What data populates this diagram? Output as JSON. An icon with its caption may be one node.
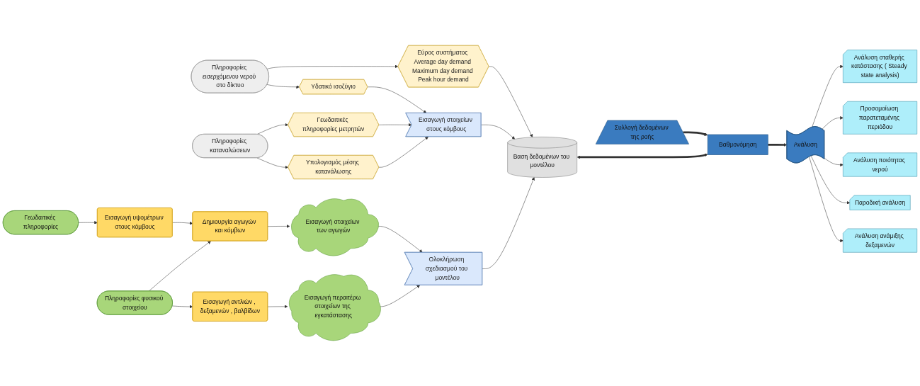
{
  "diagram": {
    "nodes": [
      {
        "text": [
          "Πληροφορίες εισερχόμενου νερού στο δίκτυο"
        ]
      },
      {
        "text": [
          "Πληροφορίες καταναλώσεων"
        ]
      },
      {
        "text": [
          "Εύρος συστήματος Average day demand Maximum day demand Peak hour demand"
        ]
      },
      {
        "text": [
          "Γεωδαιτικές πληροφορίες μετρητών"
        ]
      },
      {
        "text": [
          "Υδατικό ισοζύγιο"
        ]
      },
      {
        "text": [
          "Υπολογισμός μέσης κατανάλωσης"
        ]
      },
      {
        "text": [
          "Εισαγωγή στοιχείων στους κόμβους"
        ]
      },
      {
        "text": [
          "Γεωδαιτικές πληροφορίες"
        ]
      },
      {
        "text": [
          "Εισαγωγή υψομέτρων στους κόμβους"
        ]
      },
      {
        "text": [
          "Εισαγωγή στοιχείων των αγωγών"
        ]
      },
      {
        "text": [
          "Δημιουργία αγωγών και κόμβων"
        ]
      },
      {
        "text": [
          "Ολοκλήρωση σχεδιασμού του μοντέλου"
        ]
      },
      {
        "text": [
          "Βαση δεδομένων του μοντέλου"
        ]
      },
      {
        "text": [
          "Ανάλυση"
        ]
      },
      {
        "text": [
          "Βαθμονόμηση"
        ]
      },
      {
        "text": [
          "Πληροφορίες φυσικού στοιχείου"
        ]
      },
      {
        "text": [
          "Εισαγωγή περαιτέρω στοιχείων της εγκατάστασης"
        ]
      },
      {
        "text": [
          "Συλλογή δεδομένων της ροής"
        ]
      },
      {
        "text": [
          "Εισαγωγή αντλιών , δεξαμενών , βαλβίδων"
        ]
      },
      {
        "text": [
          "Ανάλυση σταθερής κατάστασης ( Steady state analysis)"
        ]
      },
      {
        "text": [
          "Προσομοίωση παρατεταμένης περιόδου"
        ]
      },
      {
        "text": [
          "Ανάλυση ποιότητας νερού"
        ]
      },
      {
        "text": [
          "Παροδική ανάλυση"
        ]
      },
      {
        "text": [
          "Ανάλυση ανάμιξης δεξαμενών"
        ]
      }
    ],
    "edges": [
      {
        "from": 0,
        "to": 2,
        "arrow": "to"
      },
      {
        "from": 0,
        "to": 4,
        "arrow": "to"
      },
      {
        "from": 1,
        "to": 3,
        "arrow": "to"
      },
      {
        "from": 1,
        "to": 5,
        "arrow": "to"
      },
      {
        "from": 3,
        "to": 6,
        "arrow": "to"
      },
      {
        "from": 4,
        "to": 6,
        "arrow": "to"
      },
      {
        "from": 5,
        "to": 6,
        "arrow": "to"
      },
      {
        "from": 2,
        "to": 12,
        "arrow": "to"
      },
      {
        "from": 6,
        "to": 12,
        "arrow": "to"
      },
      {
        "from": 7,
        "to": 8,
        "arrow": "to"
      },
      {
        "from": 8,
        "to": 10,
        "arrow": "to"
      },
      {
        "from": 10,
        "to": 9,
        "arrow": "to"
      },
      {
        "from": 15,
        "to": 10,
        "arrow": "to"
      },
      {
        "from": 15,
        "to": 18,
        "arrow": "to"
      },
      {
        "from": 18,
        "to": 16,
        "arrow": "to"
      },
      {
        "from": 9,
        "to": 11,
        "arrow": "to"
      },
      {
        "from": 16,
        "to": 11,
        "arrow": "to"
      },
      {
        "from": 11,
        "to": 12,
        "arrow": "to"
      },
      {
        "from": 12,
        "to": 14,
        "arrow": "both",
        "style": "thick"
      },
      {
        "from": 14,
        "to": 13,
        "arrow": "to",
        "style": "thick"
      },
      {
        "from": 17,
        "to": 14,
        "arrow": "to",
        "style": "thick"
      },
      {
        "from": 13,
        "to": 19,
        "arrow": "to"
      },
      {
        "from": 13,
        "to": 20,
        "arrow": "to"
      },
      {
        "from": 13,
        "to": 21,
        "arrow": "to"
      },
      {
        "from": 13,
        "to": 22,
        "arrow": "to"
      },
      {
        "from": 13,
        "to": 23,
        "arrow": "to"
      }
    ]
  }
}
